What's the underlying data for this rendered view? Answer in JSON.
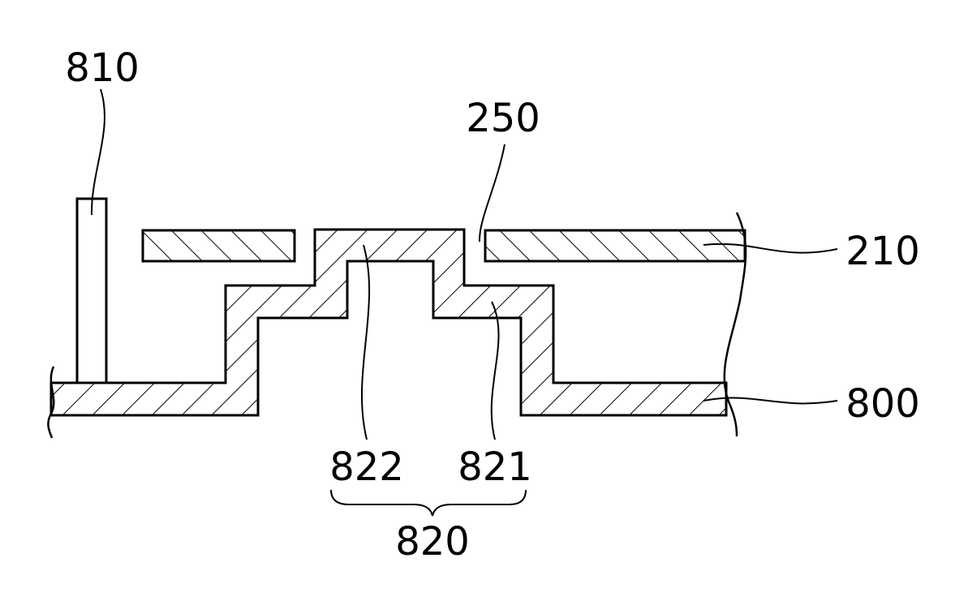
{
  "labels": {
    "shield_810": "810",
    "gap_250": "250",
    "plate_210": "210",
    "base_800": "800",
    "upper_step_822": "822",
    "lower_step_821": "821",
    "group_820": "820"
  },
  "colors": {
    "stroke": "#000000",
    "background": "#ffffff"
  }
}
